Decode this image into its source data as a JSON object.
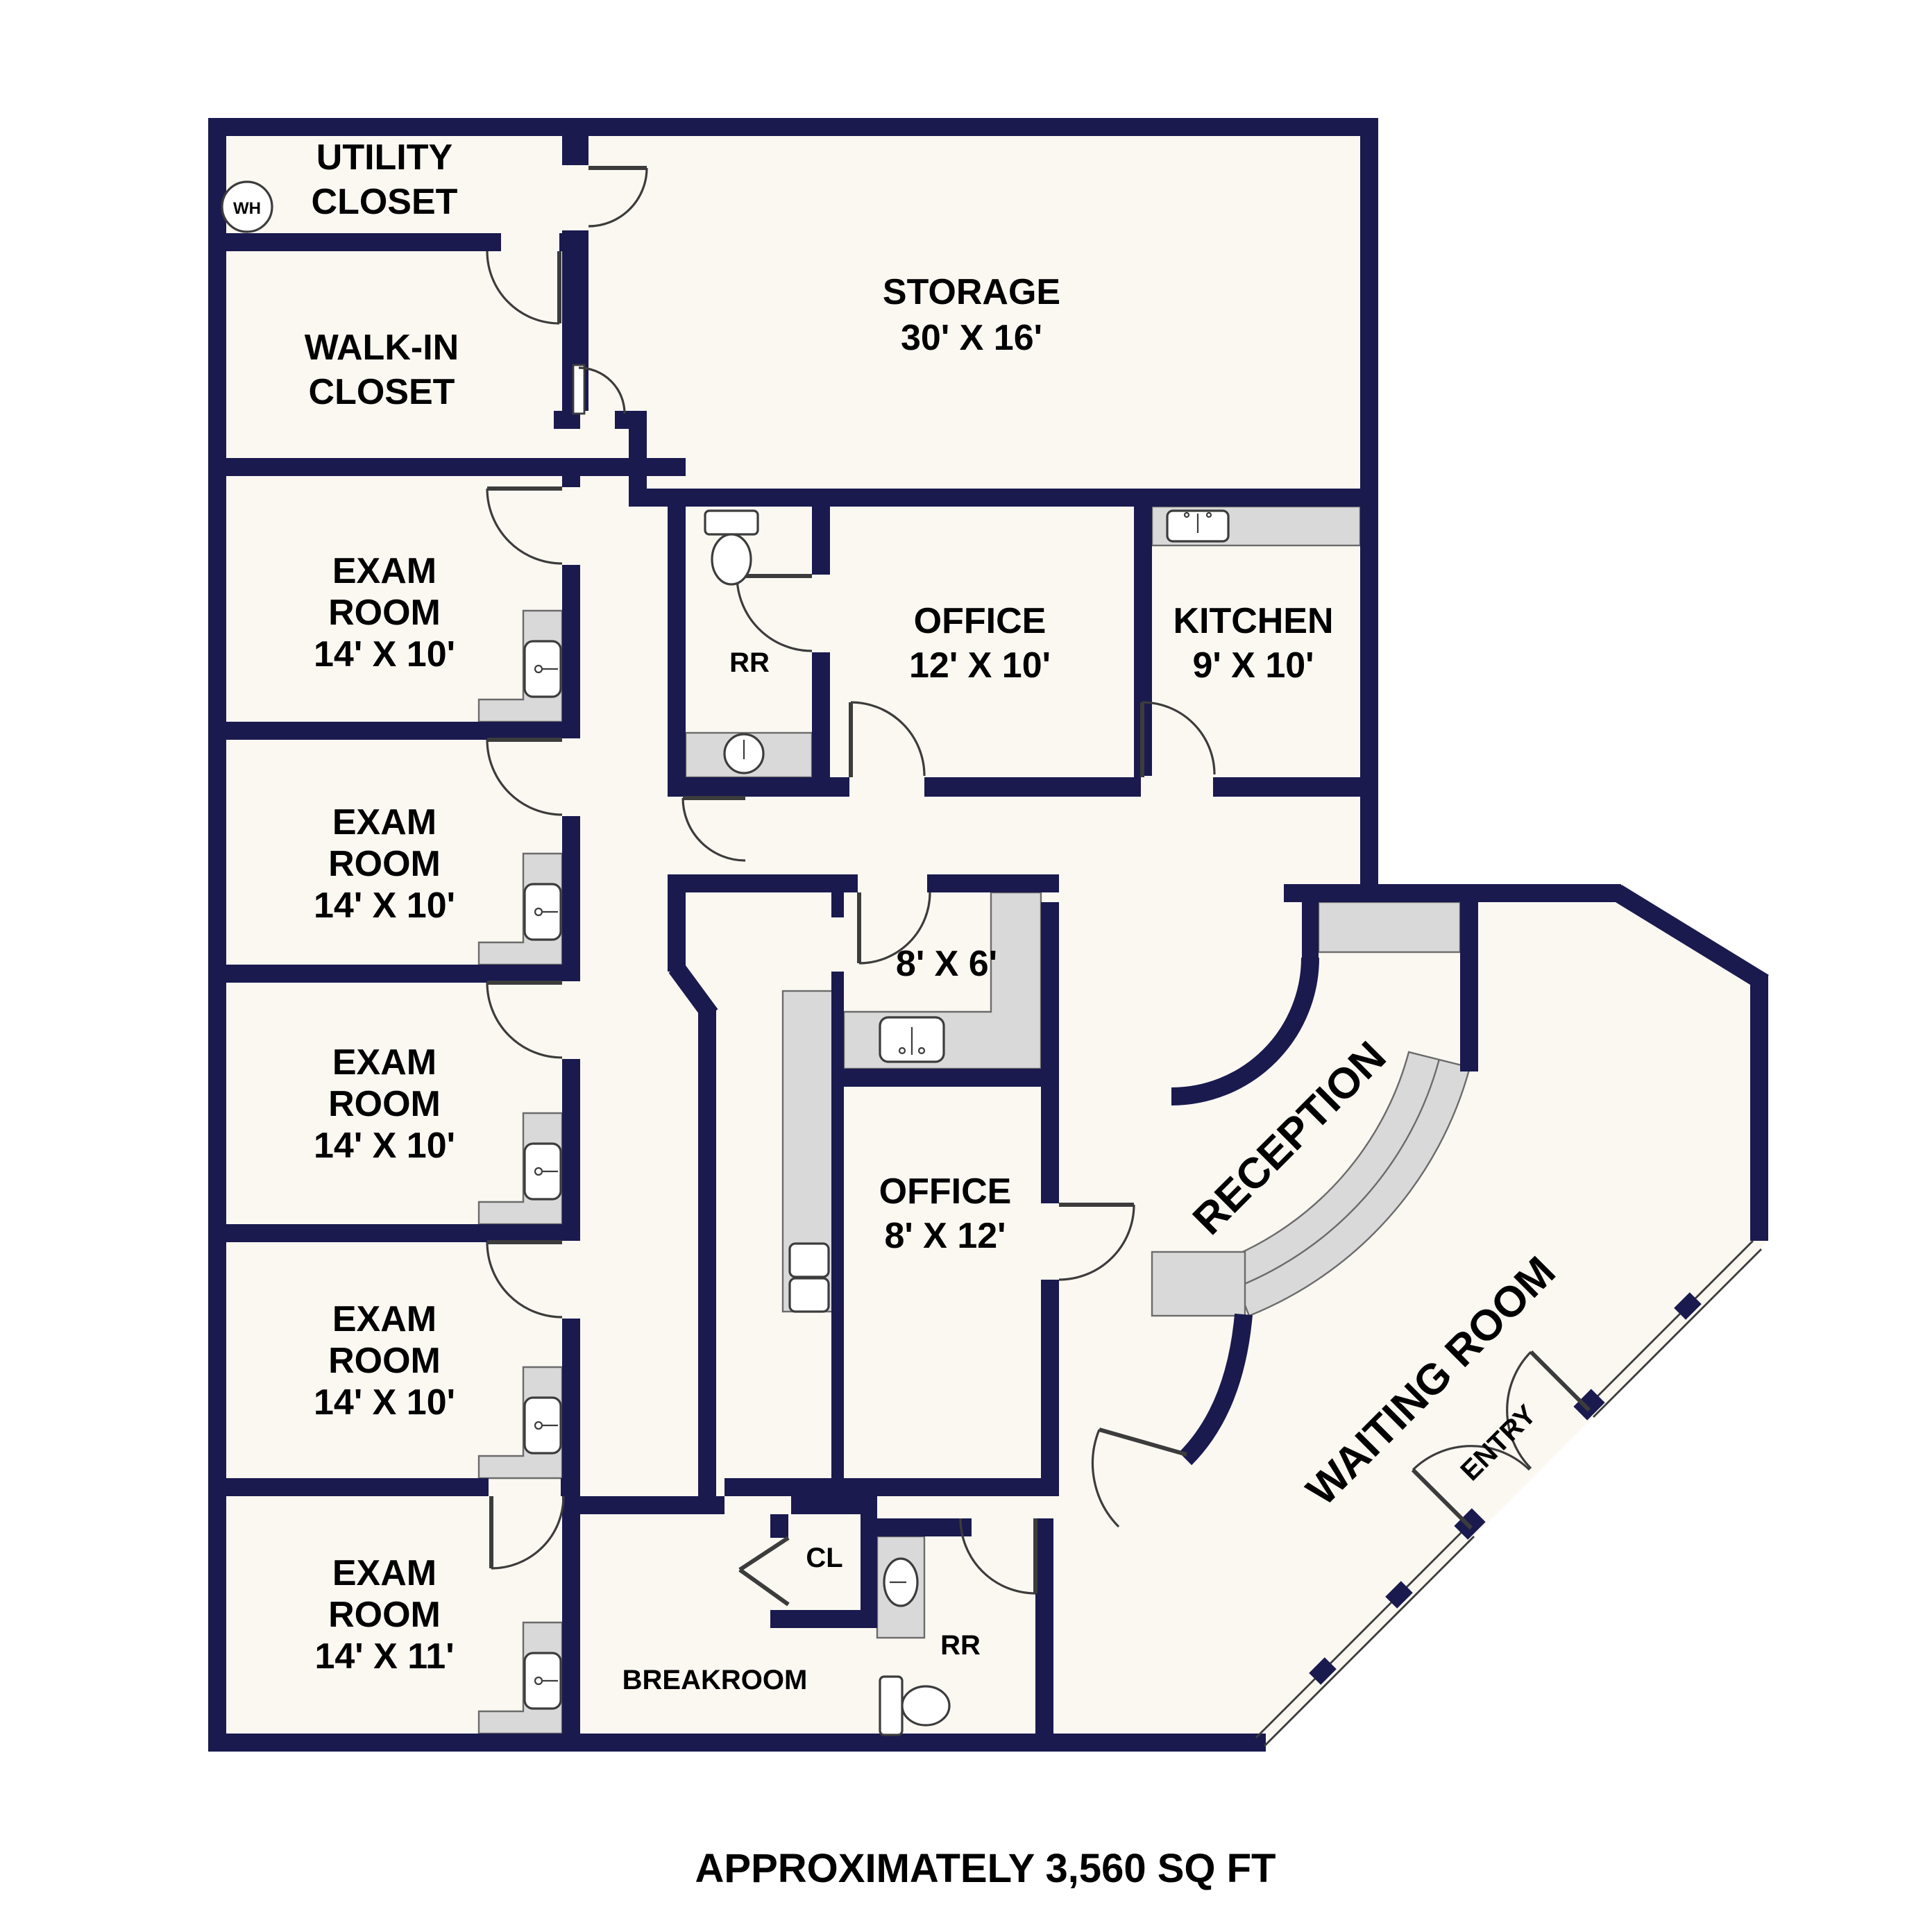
{
  "plan": {
    "footer_note": "APPROXIMATELY 3,560 SQ FT",
    "colors": {
      "wall": "#1a1a4f",
      "floor": "#fbf8f2",
      "counter": "#d9d9d9",
      "label_text": "#000000"
    },
    "rooms": {
      "utility_closet": {
        "lines": [
          "UTILITY",
          "CLOSET"
        ]
      },
      "water_heater": {
        "label": "WH"
      },
      "walk_in_closet": {
        "lines": [
          "WALK-IN",
          "CLOSET"
        ]
      },
      "storage": {
        "lines": [
          "STORAGE",
          "30' X 16'"
        ]
      },
      "exam_room_1": {
        "lines": [
          "EXAM",
          "ROOM",
          "14' X 10'"
        ]
      },
      "exam_room_2": {
        "lines": [
          "EXAM",
          "ROOM",
          "14' X 10'"
        ]
      },
      "exam_room_3": {
        "lines": [
          "EXAM",
          "ROOM",
          "14' X 10'"
        ]
      },
      "exam_room_4": {
        "lines": [
          "EXAM",
          "ROOM",
          "14' X 10'"
        ]
      },
      "exam_room_5": {
        "lines": [
          "EXAM",
          "ROOM",
          "14' X 11'"
        ]
      },
      "restroom_upper": {
        "label": "RR"
      },
      "office_upper": {
        "lines": [
          "OFFICE",
          "12' X 10'"
        ]
      },
      "kitchen": {
        "lines": [
          "KITCHEN",
          "9' X 10'"
        ]
      },
      "room_8x6": {
        "label": "8' X 6'"
      },
      "office_lower": {
        "lines": [
          "OFFICE",
          "8' X 12'"
        ]
      },
      "reception": {
        "label": "RECEPTION"
      },
      "waiting_room": {
        "label": "WAITING ROOM"
      },
      "entry": {
        "label": "ENTRY"
      },
      "closet": {
        "label": "CL"
      },
      "restroom_lower": {
        "label": "RR"
      },
      "breakroom": {
        "label": "BREAKROOM"
      }
    }
  }
}
